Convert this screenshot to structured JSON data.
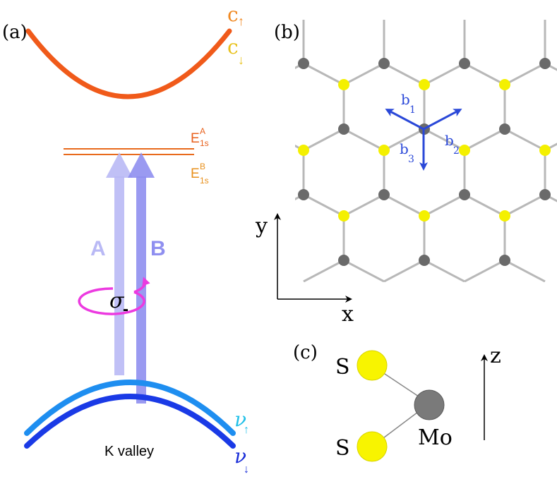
{
  "panels": {
    "a": {
      "label": "(a)",
      "cond_up": {
        "letter": "c",
        "arrow": "↑",
        "color": "#f08a24"
      },
      "cond_down": {
        "letter": "c",
        "arrow": "↓",
        "color": "#e8c21e"
      },
      "e_a": {
        "base": "E",
        "sub": "1s",
        "sup": "A",
        "color": "#e8601c"
      },
      "e_b": {
        "base": "E",
        "sub": "1s",
        "sup": "B",
        "color": "#e8901c"
      },
      "arrow_a": {
        "label": "A",
        "color": "#b9b9f5"
      },
      "arrow_b": {
        "label": "B",
        "color": "#8f8ff0"
      },
      "polarization": {
        "symbol": "σ",
        "sub": "-",
        "color": "#ec3ae0"
      },
      "valley_label": "K valley",
      "val_up": {
        "letter": "ν",
        "arrow": "↑",
        "color": "#22c0e8"
      },
      "val_down": {
        "letter": "ν",
        "arrow": "↓",
        "color": "#1a2ed8"
      },
      "colors": {
        "conduction": "#f05a1a",
        "valence_up": "#1e8ef0",
        "valence_down": "#1a3ae6",
        "level_line": "#e86a1c"
      }
    },
    "b": {
      "label": "(b)",
      "vectors": [
        {
          "base": "b",
          "sub": "1"
        },
        {
          "base": "b",
          "sub": "2"
        },
        {
          "base": "b",
          "sub": "3"
        }
      ],
      "axis_x": "x",
      "axis_y": "y",
      "colors": {
        "mo_atom": "#6a6a6a",
        "s_atom": "#f4f000",
        "bond": "#b8b8b8",
        "vector": "#2a48d8"
      }
    },
    "c": {
      "label": "(c)",
      "atom_s_top": "S",
      "atom_s_bottom": "S",
      "atom_mo": "Mo",
      "axis_z": "z",
      "colors": {
        "s_atom": "#f8f400",
        "mo_atom": "#7a7a7a"
      }
    }
  }
}
